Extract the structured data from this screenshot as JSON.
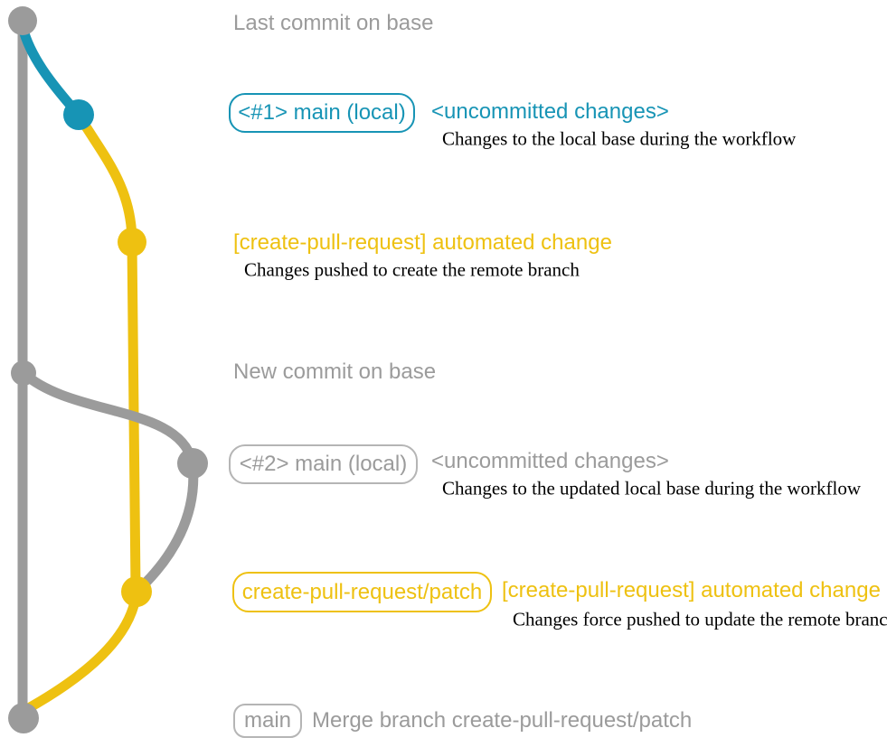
{
  "colors": {
    "gray": "#9b9b9b",
    "teal": "#1794b5",
    "yellow": "#eec111",
    "description_text": "#000000",
    "background": "#ffffff"
  },
  "graph": {
    "type": "git-branch-diagram",
    "branches": [
      {
        "name": "base",
        "color": "gray"
      },
      {
        "name": "local-main",
        "color": "teal-then-gray"
      },
      {
        "name": "create-pull-request/patch",
        "color": "yellow"
      }
    ],
    "commits": [
      {
        "id": "last-commit-on-base",
        "color": "gray"
      },
      {
        "id": "local-uncommitted-1",
        "color": "teal"
      },
      {
        "id": "patch-commit-1",
        "color": "yellow"
      },
      {
        "id": "new-commit-on-base",
        "color": "gray"
      },
      {
        "id": "local-uncommitted-2",
        "color": "gray"
      },
      {
        "id": "patch-commit-2",
        "color": "yellow"
      },
      {
        "id": "merge-commit",
        "color": "gray"
      }
    ]
  },
  "rows": [
    {
      "title": "Last commit on base"
    },
    {
      "branch_label": "<#1> main (local)",
      "title": "<uncommitted changes>",
      "description": "Changes to the local base during the workflow"
    },
    {
      "title": "[create-pull-request] automated change",
      "description": "Changes pushed to create the remote branch"
    },
    {
      "title": "New commit on base"
    },
    {
      "branch_label": "<#2> main (local)",
      "title": "<uncommitted changes>",
      "description": "Changes to the updated local base during the workflow"
    },
    {
      "branch_label": "create-pull-request/patch",
      "title": "[create-pull-request] automated change",
      "description": "Changes force pushed to update the remote branch"
    },
    {
      "branch_label": "main",
      "title": "Merge branch create-pull-request/patch"
    }
  ]
}
